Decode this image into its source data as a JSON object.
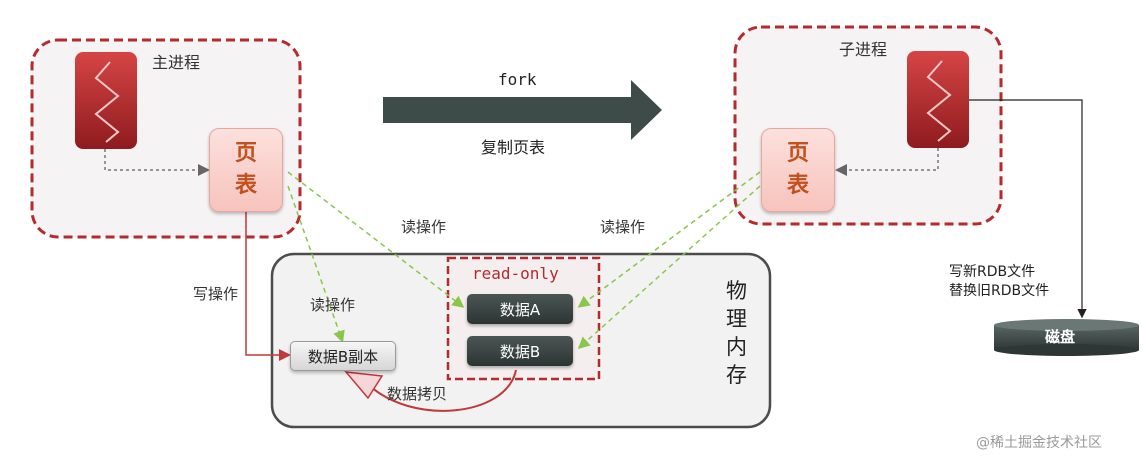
{
  "parent_process": {
    "title": "主进程",
    "page_table": [
      "页",
      "表"
    ]
  },
  "child_process": {
    "title": "子进程",
    "page_table": [
      "页",
      "表"
    ]
  },
  "fork": {
    "command": "fork",
    "caption": "复制页表"
  },
  "physical_memory": {
    "title": [
      "物",
      "理",
      "内",
      "存"
    ]
  },
  "read_only": {
    "label": "read-only",
    "items": [
      "数据A",
      "数据B"
    ]
  },
  "copy_box": {
    "label": "数据B副本"
  },
  "operations": {
    "read_left": "读操作",
    "read_right": "读操作",
    "read_inner": "读操作",
    "write": "写操作",
    "data_copy": "数据拷贝"
  },
  "disk": {
    "label": "磁盘",
    "write_lines": [
      "写新RDB文件",
      "替换旧RDB文件"
    ]
  },
  "watermark": "@稀土掘金技术社区",
  "colors": {
    "dashed_red": "#b52a2e",
    "process_bg": "#f5f3f3",
    "fork_arrow": "#3e4b49",
    "read_line": "#8ac64a",
    "write_line": "#c0393b",
    "memory_border": "#4c4c4c"
  }
}
